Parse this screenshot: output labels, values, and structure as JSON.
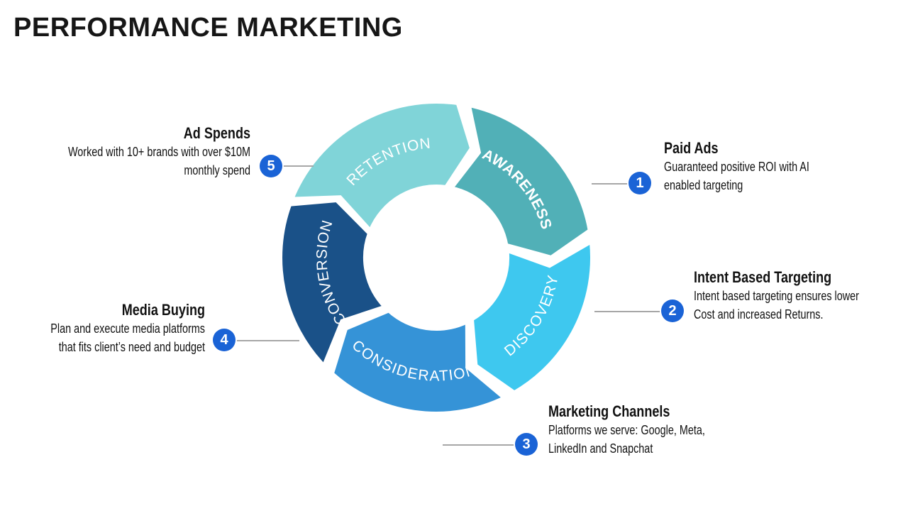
{
  "title": "PERFORMANCE MARKETING",
  "ring": {
    "segments": [
      {
        "label": "RETENTION",
        "color": "#80d4d8",
        "text_weight": "normal"
      },
      {
        "label": "AWARENESS",
        "color": "#51b0b7",
        "text_weight": "bold"
      },
      {
        "label": "DISCOVERY",
        "color": "#3ec8ef",
        "text_weight": "normal"
      },
      {
        "label": "CONSIDERATION",
        "color": "#3593d7",
        "text_weight": "normal"
      },
      {
        "label": "CONVERSION",
        "color": "#1a5188",
        "text_weight": "normal"
      }
    ]
  },
  "badge_color": "#1a63d6",
  "callouts": [
    {
      "number": "1",
      "heading": "Paid Ads",
      "description": "Guaranteed positive ROI with AI\nenabled targeting"
    },
    {
      "number": "2",
      "heading": "Intent Based Targeting",
      "description": "Intent based targeting ensures lower\nCost and increased Returns."
    },
    {
      "number": "3",
      "heading": "Marketing Channels",
      "description": "Platforms we serve: Google, Meta,\nLinkedIn and Snapchat"
    },
    {
      "number": "4",
      "heading": "Media Buying",
      "description": "Plan and execute media platforms\nthat fits client’s need and budget"
    },
    {
      "number": "5",
      "heading": "Ad Spends",
      "description": "Worked with 10+ brands with over $10M\nmonthly spend"
    }
  ]
}
